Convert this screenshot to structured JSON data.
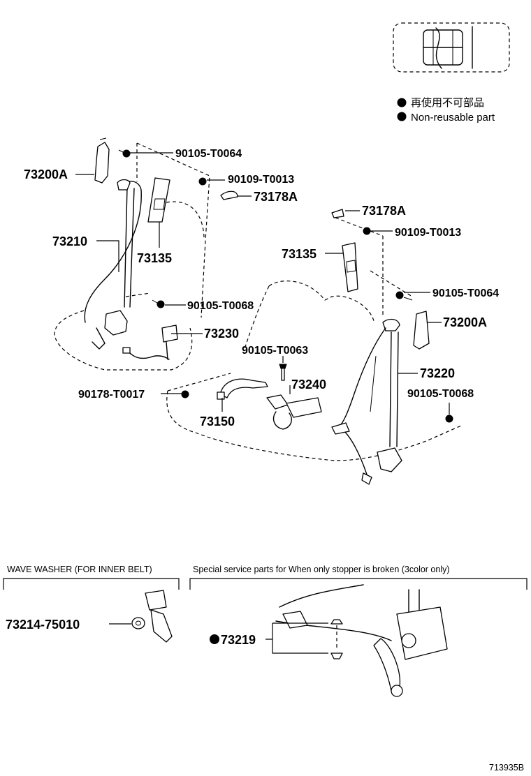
{
  "legend": {
    "line_jp": "再使用不可部品",
    "line_en": "Non-reusable part"
  },
  "labels": {
    "p90105_T0064_top": "90105-T0064",
    "p73200A_left": "73200A",
    "p90109_T0013_top": "90109-T0013",
    "p73178A_top": "73178A",
    "p73210": "73210",
    "p73135_left": "73135",
    "p90105_T0068_left": "90105-T0068",
    "p73230": "73230",
    "p90178_T0017": "90178-T0017",
    "p73150": "73150",
    "p90105_T0063": "90105-T0063",
    "p73240": "73240",
    "p73178A_right": "73178A",
    "p90109_T0013_right": "90109-T0013",
    "p73135_right": "73135",
    "p90105_T0064_right": "90105-T0064",
    "p73200A_right": "73200A",
    "p73220": "73220",
    "p90105_T0068_right": "90105-T0068",
    "p73214_75010": "73214-75010",
    "p73219": "73219"
  },
  "sections": {
    "wave_washer_header": "WAVE WASHER (FOR INNER BELT)",
    "special_parts_header": "Special service parts for When only stopper is broken (3color only)"
  },
  "figure_id": "713935B",
  "colors": {
    "ink": "#000000",
    "paper": "#ffffff"
  }
}
